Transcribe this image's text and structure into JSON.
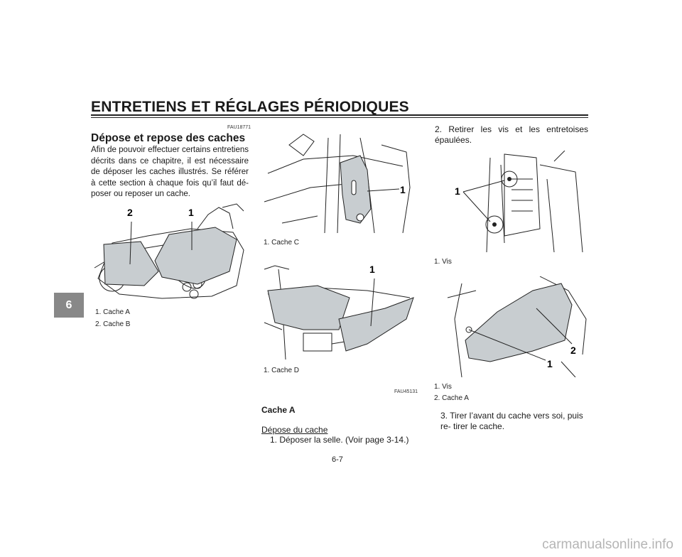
{
  "header": {
    "title": "ENTRETIENS ET RÉGLAGES PÉRIODIQUES"
  },
  "chapter_tab": "6",
  "section": {
    "code": "FAU18771",
    "heading": "Dépose et repose des caches",
    "body": "Afin de pouvoir effectuer certains entretiens décrits dans ce chapitre, il est nécessaire de déposer les caches illustrés. Se référer à cette section à chaque fois qu’il faut dé- poser ou reposer un cache."
  },
  "fig1": {
    "callouts": [
      "2",
      "1"
    ],
    "captions": [
      "1. Cache A",
      "2. Cache B"
    ]
  },
  "fig2": {
    "callouts": [
      "1"
    ],
    "caption": "1. Cache C"
  },
  "fig3": {
    "callouts": [
      "1"
    ],
    "caption": "1. Cache D"
  },
  "cache_a": {
    "code": "FAU45131",
    "heading": "Cache A",
    "subheading": "Dépose du cache",
    "step1": "1. Déposer la selle. (Voir page 3-14.)"
  },
  "right_col": {
    "step2": "2. Retirer les vis et les entretoises épaulées.",
    "fig4": {
      "callouts": [
        "1"
      ],
      "caption": "1. Vis"
    },
    "fig5": {
      "callouts": [
        "2",
        "1"
      ],
      "captions": [
        "1. Vis",
        "2. Cache A"
      ]
    },
    "step3": "3. Tirer l’avant du cache vers soi, puis re- tirer le cache."
  },
  "footer": {
    "page_number": "6-7",
    "watermark": "carmanualsonline.info"
  }
}
